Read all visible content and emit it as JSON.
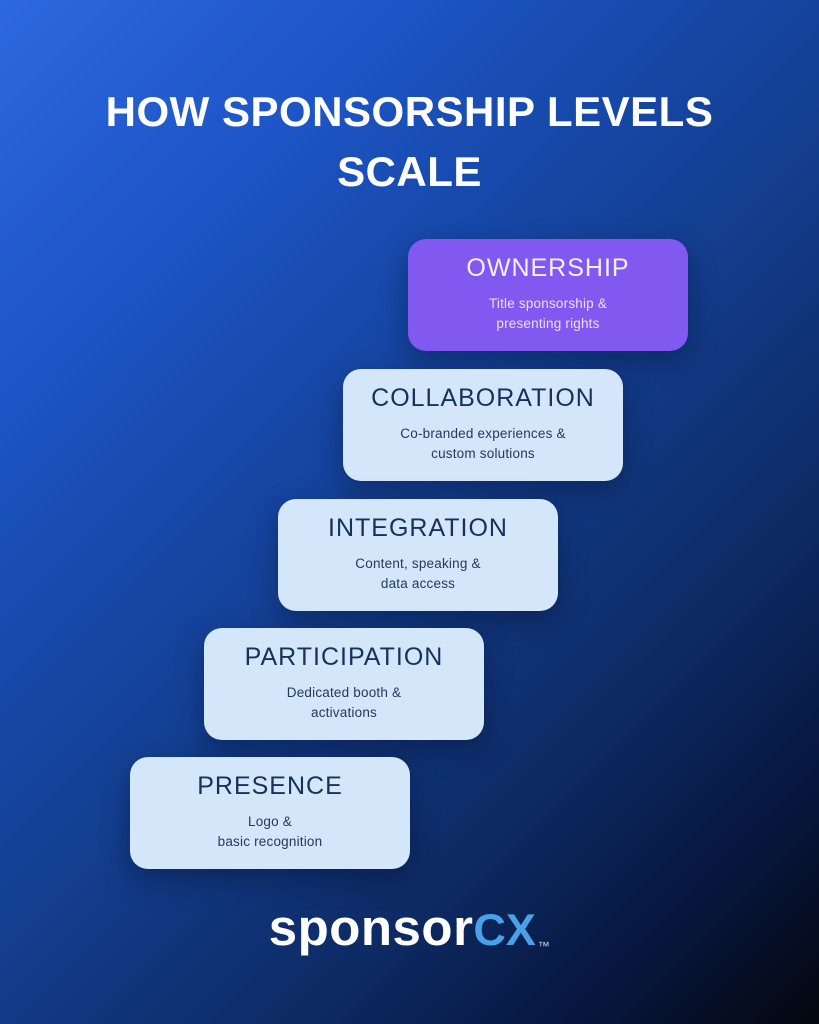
{
  "title": {
    "line1": "HOW SPONSORSHIP LEVELS",
    "line2": "SCALE"
  },
  "cards": [
    {
      "id": "ownership",
      "title": "OWNERSHIP",
      "subtitle_line1": "Title sponsorship &",
      "subtitle_line2": "presenting rights",
      "bg": "#8259f0",
      "title_color": "#f5f0ff",
      "subtitle_color": "#eae1fc"
    },
    {
      "id": "collaboration",
      "title": "COLLABORATION",
      "subtitle_line1": "Co-branded experiences &",
      "subtitle_line2": "custom solutions",
      "bg": "#d4e6f9",
      "title_color": "#17315f",
      "subtitle_color": "#24395f"
    },
    {
      "id": "integration",
      "title": "INTEGRATION",
      "subtitle_line1": "Content, speaking &",
      "subtitle_line2": "data access",
      "bg": "#d4e6f9",
      "title_color": "#17315f",
      "subtitle_color": "#24395f"
    },
    {
      "id": "participation",
      "title": "PARTICIPATION",
      "subtitle_line1": "Dedicated booth &",
      "subtitle_line2": "activations",
      "bg": "#d4e6f9",
      "title_color": "#17315f",
      "subtitle_color": "#24395f"
    },
    {
      "id": "presence",
      "title": "PRESENCE",
      "subtitle_line1": "Logo &",
      "subtitle_line2": "basic recognition",
      "bg": "#d4e6f9",
      "title_color": "#17315f",
      "subtitle_color": "#24395f"
    }
  ],
  "logo": {
    "word": "sponsor",
    "suffix": "CX",
    "trademark": "™",
    "word_color": "#ffffff",
    "suffix_color": "#4aa1e8"
  },
  "background": {
    "gradient_from": "#2c68e0",
    "gradient_to": "#04070e"
  }
}
